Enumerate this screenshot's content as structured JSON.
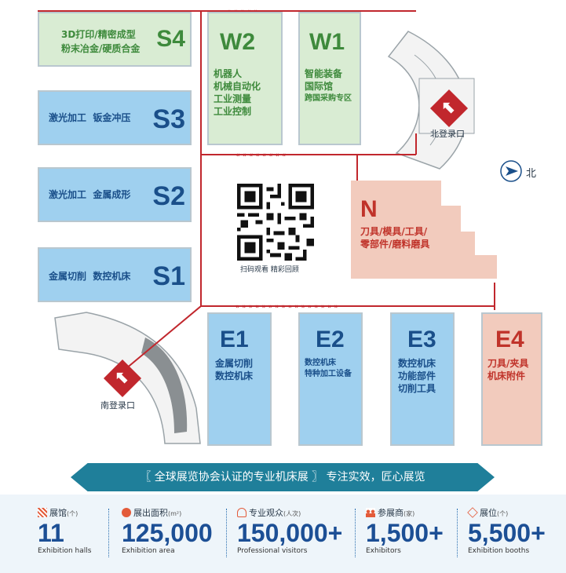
{
  "halls": {
    "s4": {
      "code": "S4",
      "line1": "3D打印/精密成型",
      "line2": "粉末冶金/硬质合金"
    },
    "s3": {
      "code": "S3",
      "desc": "激光加工  钣金冲压"
    },
    "s2": {
      "code": "S2",
      "desc": "激光加工  金属成形"
    },
    "s1": {
      "code": "S1",
      "desc": "金属切削  数控机床"
    },
    "w2": {
      "code": "W2",
      "lines": [
        "机器人",
        "机械自动化",
        "工业测量",
        "工业控制"
      ]
    },
    "w1": {
      "code": "W1",
      "lines": [
        "智能装备",
        "国际馆",
        "跨国采购专区"
      ]
    },
    "n": {
      "code": "N",
      "lines": [
        "刀具/模具/工具/",
        "零部件/磨料磨具"
      ]
    },
    "e1": {
      "code": "E1",
      "lines": [
        "金属切削",
        "数控机床"
      ]
    },
    "e2": {
      "code": "E2",
      "lines": [
        "数控机床",
        "特种加工设备"
      ]
    },
    "e3": {
      "code": "E3",
      "lines": [
        "数控机床",
        "功能部件",
        "切削工具"
      ]
    },
    "e4": {
      "code": "E4",
      "lines": [
        "刀具/夹具",
        "机床附件"
      ]
    }
  },
  "entrances": {
    "north": "北登录口",
    "south": "南登录口"
  },
  "compass": {
    "label": "北"
  },
  "qr": {
    "caption": "扫码观看 精彩回顾"
  },
  "banner": {
    "part1": "〖 全球展览协会认证的专业机床展 〗",
    "part2": "专注实效，匠心展览"
  },
  "stats": [
    {
      "cn": "展馆",
      "unit": "(个)",
      "value": "11",
      "en": "Exhibition halls",
      "icon": "halls-icon"
    },
    {
      "cn": "展出面积",
      "unit": "(m²)",
      "value": "125,000",
      "en": "Exhibition area",
      "icon": "area-icon"
    },
    {
      "cn": "专业观众",
      "unit": "(人次)",
      "value": "150,000+",
      "en": "Professional visitors",
      "icon": "visitors-icon"
    },
    {
      "cn": "参展商",
      "unit": "(家)",
      "value": "1,500+",
      "en": "Exhibitors",
      "icon": "exhibitors-icon"
    },
    {
      "cn": "展位",
      "unit": "(个)",
      "value": "5,500+",
      "en": "Exhibition booths",
      "icon": "booths-icon"
    }
  ],
  "colors": {
    "route": "#c1272d",
    "green_hall": "#d9ecd3",
    "blue_hall": "#9fd0ef",
    "pink_hall": "#f2cbbd",
    "stat_blue": "#1c4f95"
  }
}
